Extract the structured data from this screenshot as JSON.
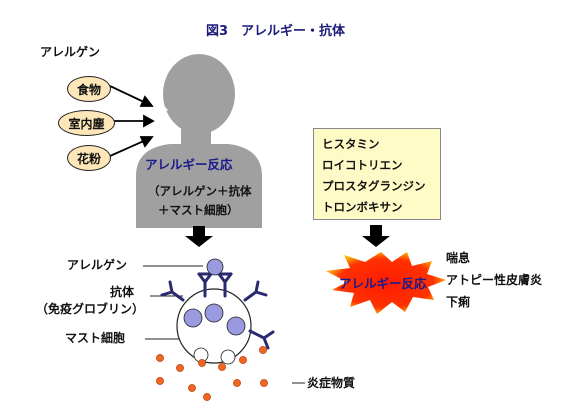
{
  "title": "図3　アレルギー・抗体",
  "allergen_heading": "アレルゲン",
  "allergens": [
    "食物",
    "室内塵",
    "花粉"
  ],
  "body_reaction": {
    "label": "アレルギー反応",
    "formula_line1": "（アレルゲン＋抗体",
    "formula_line2": "＋マスト細胞）"
  },
  "mediators": [
    "ヒスタミン",
    "ロイコトリエン",
    "プロスタグランジン",
    "トロンボキサン"
  ],
  "reaction_burst_label": "アレルギー反応",
  "symptoms": [
    "喘息",
    "アトピー性皮膚炎",
    "下痢"
  ],
  "cell_labels": {
    "allergen": "アレルゲン",
    "antibody_line1": "抗体",
    "antibody_line2": "（免疫グロブリン）",
    "mast_cell": "マスト細胞",
    "inflammatory": "炎症物質"
  },
  "colors": {
    "silhouette": "#a0a0a0",
    "title": "#1a1a7a",
    "reaction_text": "#1a1a8a",
    "allergen_fill": "#fde7b8",
    "mediator_box": "#fffbc6",
    "burst_fill": "#ff2200",
    "burst_edge": "#ffd400",
    "antibody": "#2a2a70",
    "granule": "#9a9ae0",
    "inflammatory_dot": "#ee6622"
  }
}
